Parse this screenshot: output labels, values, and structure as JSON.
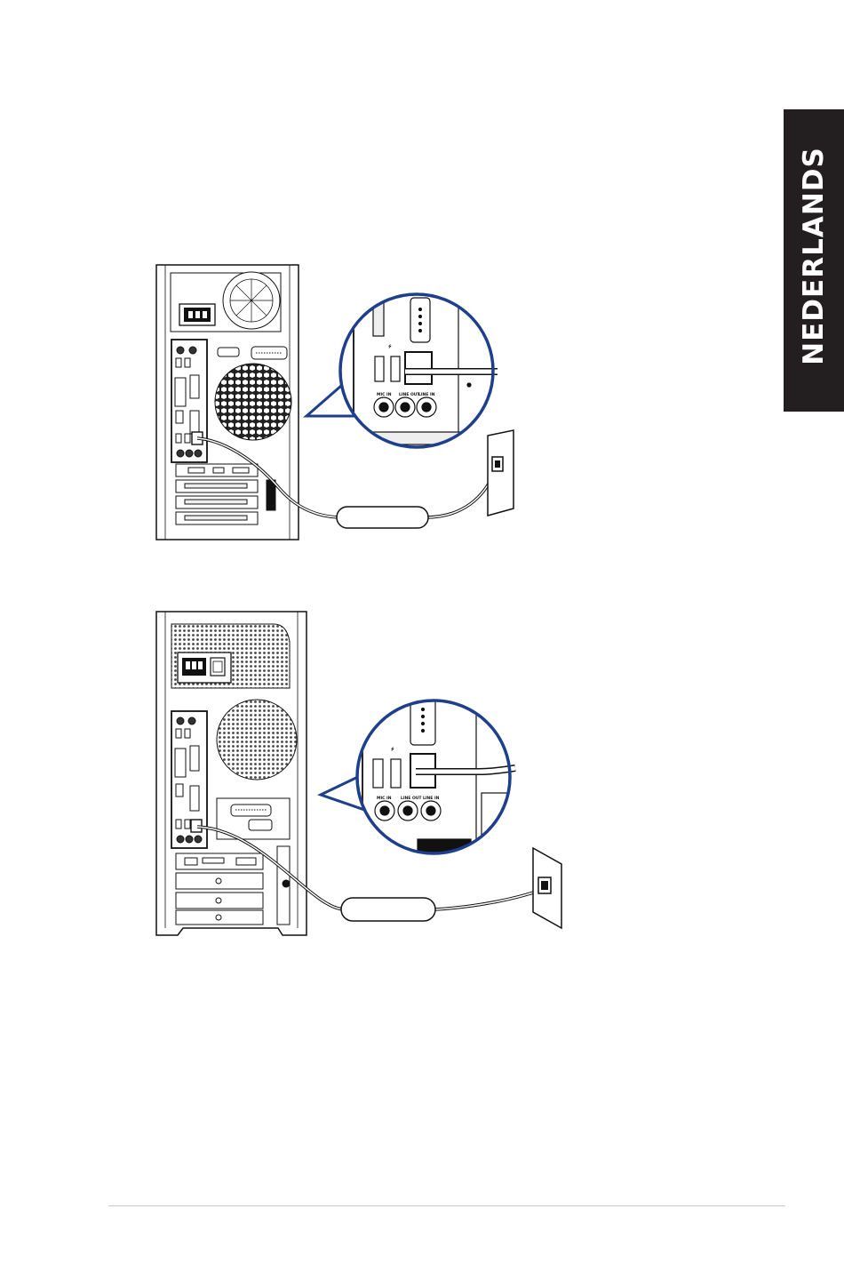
{
  "page": {
    "language_tab": "NEDERLANDS",
    "colors": {
      "tab_bg": "#231f20",
      "callout_ring": "#1d3f8c",
      "rule": "#c8c8c8"
    }
  },
  "figure_top": {
    "ports": {
      "mic": "MIC IN",
      "line_out": "LINE OUT",
      "line_in": "LINE IN"
    },
    "icons": [
      "usb-icon",
      "modem-cable",
      "wall-phone-jack"
    ]
  },
  "figure_bottom": {
    "ports": {
      "mic": "MIC IN",
      "line_out": "LINE OUT",
      "line_in": "LINE IN"
    },
    "icons": [
      "usb-icon",
      "modem-cable",
      "wall-phone-jack"
    ]
  }
}
